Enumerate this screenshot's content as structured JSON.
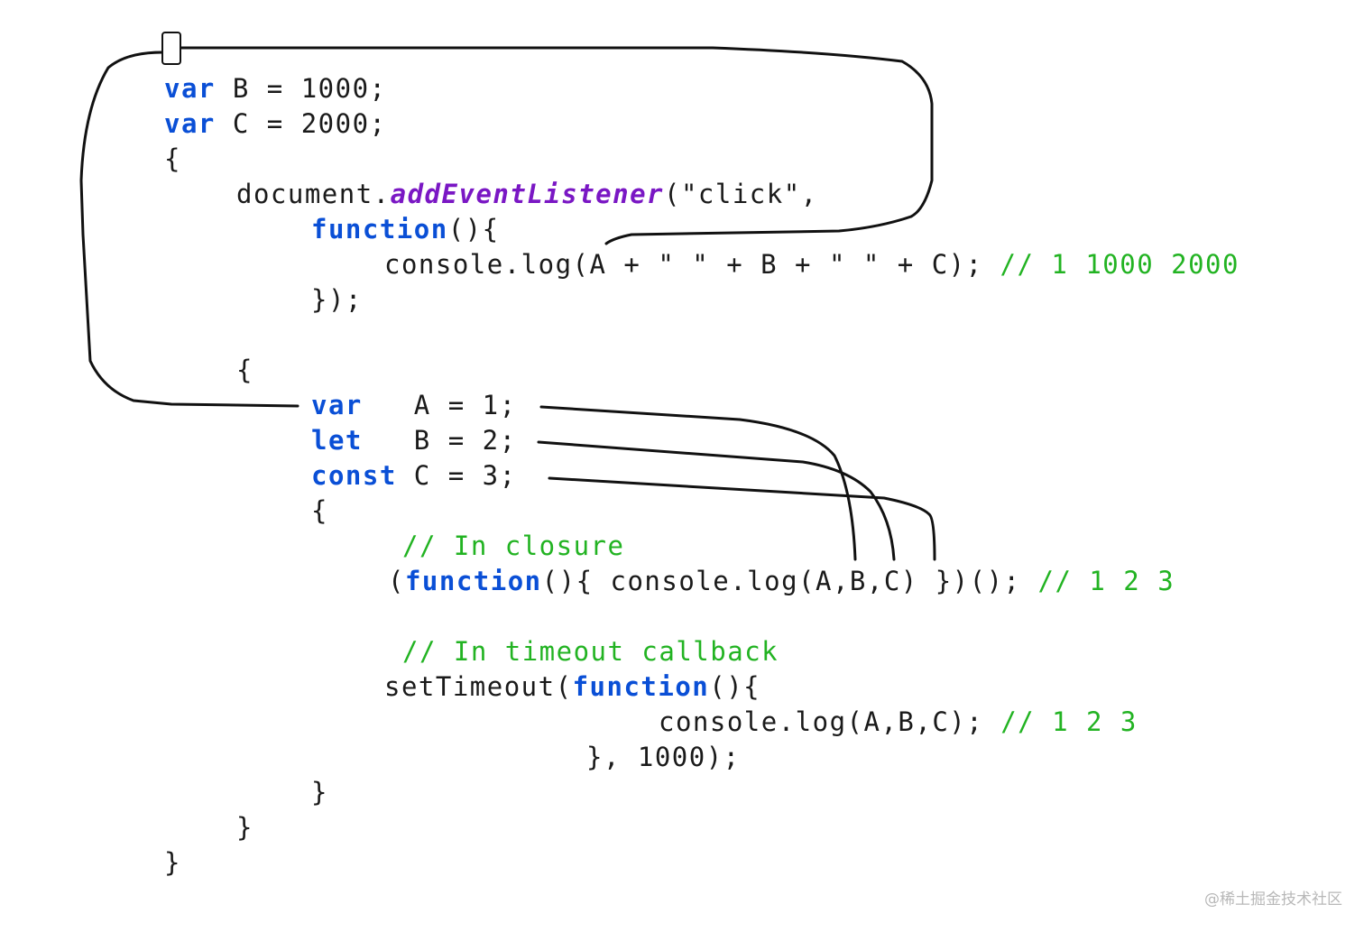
{
  "code": {
    "l1": {
      "kw": "var",
      "rest": " B = 1000;"
    },
    "l2": {
      "kw": "var",
      "rest": " C = 2000;"
    },
    "l3": "{",
    "l4": {
      "pre": "document.",
      "fn": "addEventListener",
      "post": "(\"click\","
    },
    "l5": {
      "kw": "function",
      "rest": "(){"
    },
    "l6": {
      "code": "console.log(A + \" \" + B + \" \" + C); ",
      "comment": "// 1 1000 2000"
    },
    "l7": "});",
    "l8": "{",
    "l9": {
      "kw": "var",
      "rest": "   A = 1;"
    },
    "l10": {
      "kw": "let",
      "rest": "   B = 2;"
    },
    "l11": {
      "kw": "const",
      "rest": " C = 3;"
    },
    "l12": "{",
    "l13": "// In closure",
    "l14": {
      "pre": "(",
      "kw": "function",
      "code": "(){ console.log(A,B,C) })(); ",
      "comment": "// 1 2 3"
    },
    "l15": "// In timeout callback",
    "l16": {
      "pre": "setTimeout(",
      "kw": "function",
      "post": "(){"
    },
    "l17": {
      "code": "console.log(A,B,C); ",
      "comment": "// 1 2 3"
    },
    "l18": "}, 1000);",
    "l19": "}",
    "l20": "}",
    "l21": "}"
  },
  "watermark": "@稀土掘金技术社区",
  "colors": {
    "keyword": "#0a4fd6",
    "method": "#7a17c4",
    "comment": "#22b322",
    "text": "#1a1a1a",
    "connector": "#111111"
  }
}
